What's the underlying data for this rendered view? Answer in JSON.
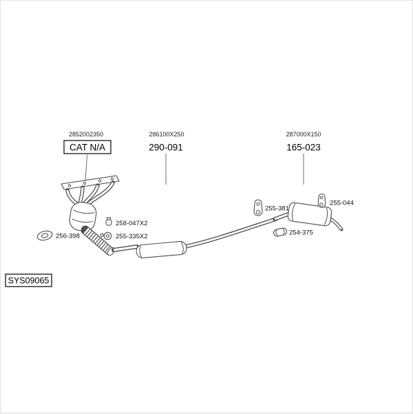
{
  "colors": {
    "background": "#ffffff",
    "drawing_line": "#4d4d4d",
    "label_text": "#111111",
    "box_border": "#000000"
  },
  "system": {
    "id_label": "SYS09065"
  },
  "groups": [
    {
      "code": "2852002350",
      "label": "CAT N/A",
      "boxed": true,
      "component": "catalytic-converter"
    },
    {
      "code": "286100X250",
      "label": "290-091",
      "boxed": false,
      "component": "center-silencer"
    },
    {
      "code": "287000X150",
      "label": "165-023",
      "boxed": false,
      "component": "rear-muffler"
    }
  ],
  "parts": [
    {
      "label": "256-398",
      "icon": "gasket-icon"
    },
    {
      "label": "258-047X2",
      "icon": "clamp-icon"
    },
    {
      "label": "255-335X2",
      "icon": "clamp-icon"
    },
    {
      "label": "255-381",
      "icon": "hanger-icon"
    },
    {
      "label": "255-044",
      "icon": "hanger-icon"
    },
    {
      "label": "254-375",
      "icon": "pipe-connector-icon"
    }
  ]
}
